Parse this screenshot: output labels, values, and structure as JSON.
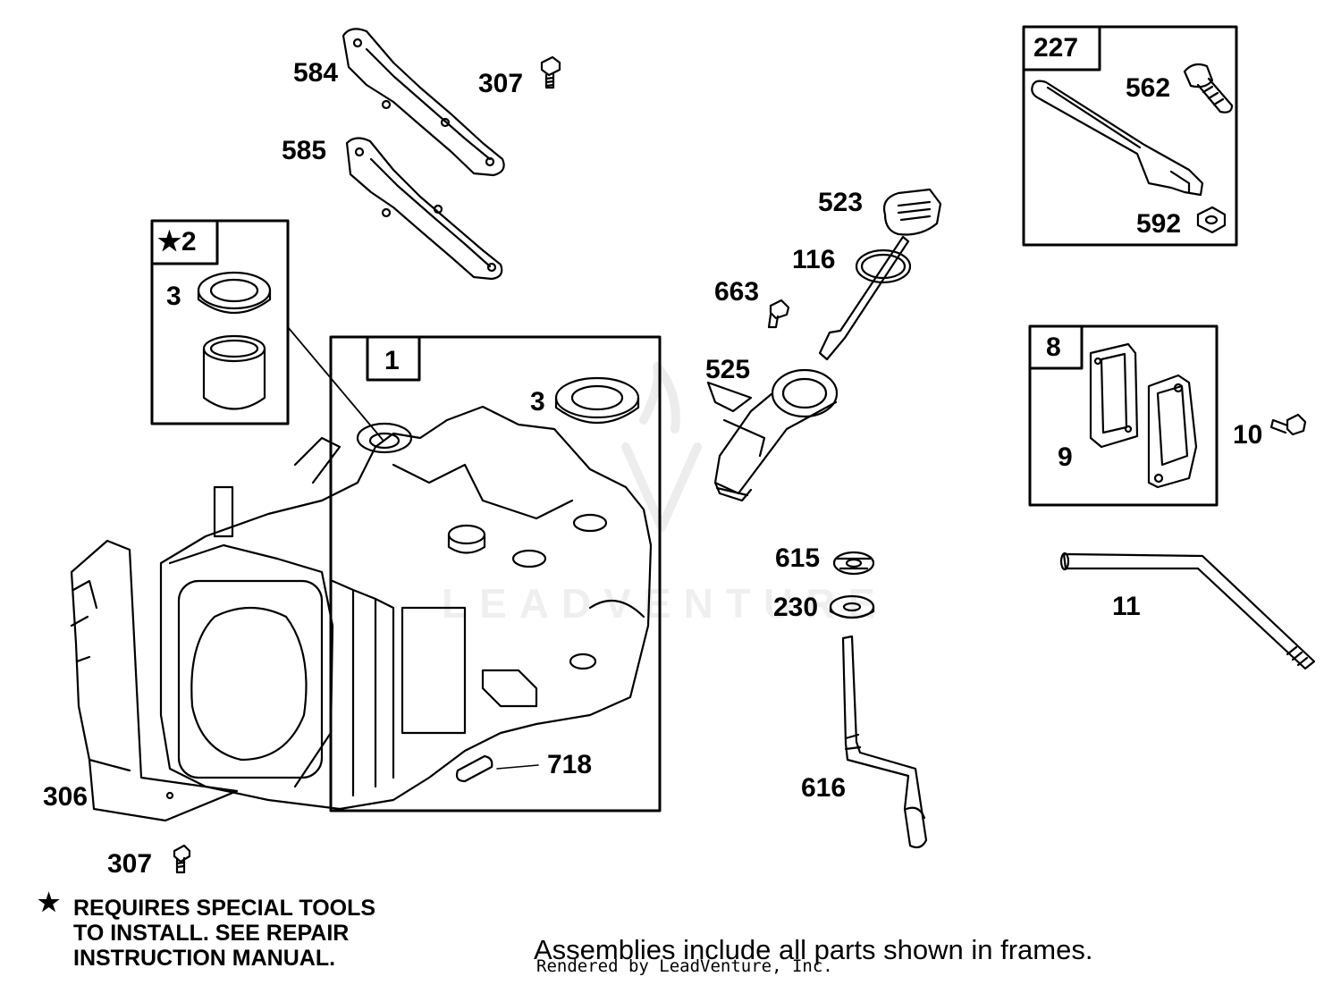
{
  "callouts": {
    "p584": "584",
    "p307_top": "307",
    "p585": "585",
    "frame2_num": "2",
    "p3_seal": "3",
    "frame1_num": "1",
    "p3_frame1": "3",
    "p718": "718",
    "p306": "306",
    "p307_bottom": "307",
    "p523": "523",
    "p116": "116",
    "p663": "663",
    "p525": "525",
    "p615": "615",
    "p230": "230",
    "p616": "616",
    "frame227_num": "227",
    "p562": "562",
    "p592": "592",
    "frame8_num": "8",
    "p9": "9",
    "p10": "10",
    "p11": "11"
  },
  "note": {
    "line1": "REQUIRES SPECIAL TOOLS",
    "line2": "TO INSTALL.  SEE REPAIR",
    "line3": "INSTRUCTION MANUAL."
  },
  "footer": {
    "assemblies": "Assemblies include all parts shown in frames.",
    "credit": "Rendered by LeadVenture, Inc."
  },
  "watermark": "LEADVENTURE",
  "icons": {
    "special_tools": "star-icon"
  },
  "colors": {
    "ink": "#000000",
    "paper": "#ffffff"
  }
}
